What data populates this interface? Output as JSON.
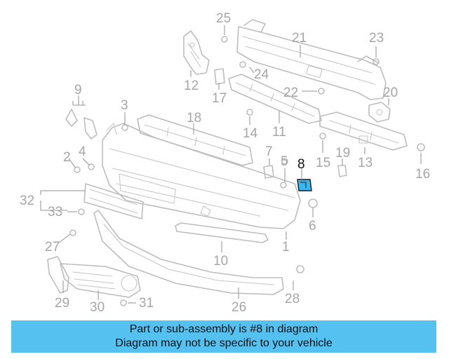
{
  "diagram": {
    "callouts": [
      {
        "id": "1",
        "label": "1"
      },
      {
        "id": "2",
        "label": "2"
      },
      {
        "id": "3",
        "label": "3"
      },
      {
        "id": "4",
        "label": "4"
      },
      {
        "id": "5",
        "label": "5"
      },
      {
        "id": "6",
        "label": "6"
      },
      {
        "id": "7",
        "label": "7"
      },
      {
        "id": "8",
        "label": "8"
      },
      {
        "id": "9",
        "label": "9"
      },
      {
        "id": "10",
        "label": "10"
      },
      {
        "id": "11",
        "label": "11"
      },
      {
        "id": "12",
        "label": "12"
      },
      {
        "id": "13",
        "label": "13"
      },
      {
        "id": "14",
        "label": "14"
      },
      {
        "id": "15",
        "label": "15"
      },
      {
        "id": "16",
        "label": "16"
      },
      {
        "id": "17",
        "label": "17"
      },
      {
        "id": "18",
        "label": "18"
      },
      {
        "id": "19",
        "label": "19"
      },
      {
        "id": "20",
        "label": "20"
      },
      {
        "id": "21",
        "label": "21"
      },
      {
        "id": "22",
        "label": "22"
      },
      {
        "id": "23",
        "label": "23"
      },
      {
        "id": "24",
        "label": "24"
      },
      {
        "id": "25",
        "label": "25"
      },
      {
        "id": "26",
        "label": "26"
      },
      {
        "id": "27",
        "label": "27"
      },
      {
        "id": "28",
        "label": "28"
      },
      {
        "id": "29",
        "label": "29"
      },
      {
        "id": "30",
        "label": "30"
      },
      {
        "id": "31",
        "label": "31"
      },
      {
        "id": "32",
        "label": "32"
      },
      {
        "id": "33",
        "label": "33"
      }
    ],
    "highlighted_part": "8",
    "colors": {
      "line_art": "#bdbdbd",
      "callout_text": "#a6a6a6",
      "highlight_text": "#111111",
      "highlight_fill": "#39b6ef",
      "banner_bg": "#54c1f1"
    }
  },
  "banner": {
    "line1": "Part or sub-assembly is #8 in diagram",
    "line2": "Diagram may not be specific to your vehicle"
  }
}
